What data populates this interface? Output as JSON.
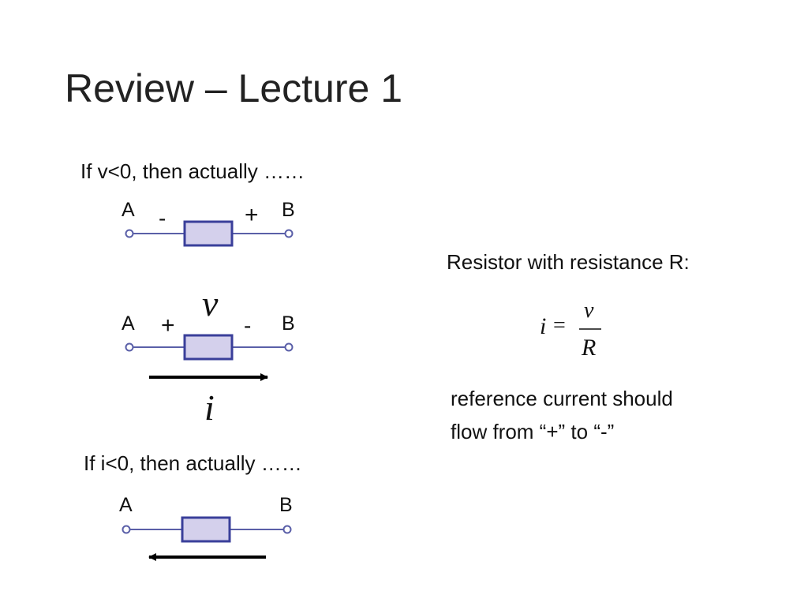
{
  "title": "Review – Lecture 1",
  "left": {
    "v_negative_caption": "If v<0, then actually ……",
    "i_negative_caption": "If i<0, then actually ……",
    "diagram1": {
      "node_a": "A",
      "node_b": "B",
      "sign_a": "-",
      "sign_b": "+"
    },
    "diagram2": {
      "node_a": "A",
      "node_b": "B",
      "sign_a": "+",
      "sign_b": "-",
      "voltage_symbol": "v",
      "current_symbol": "i"
    },
    "diagram3": {
      "node_a": "A",
      "node_b": "B"
    }
  },
  "right": {
    "resistor_heading": "Resistor with resistance R:",
    "formula": {
      "lhs": "i",
      "equals": "=",
      "numerator": "v",
      "denominator": "R"
    },
    "note_line1": "reference current should",
    "note_line2": "flow from “+” to “-”"
  },
  "colors": {
    "resistor_fill": "#d4d0ec",
    "resistor_stroke": "#3a3f9a",
    "wire": "#5a5fa8",
    "arrow": "#000000"
  }
}
